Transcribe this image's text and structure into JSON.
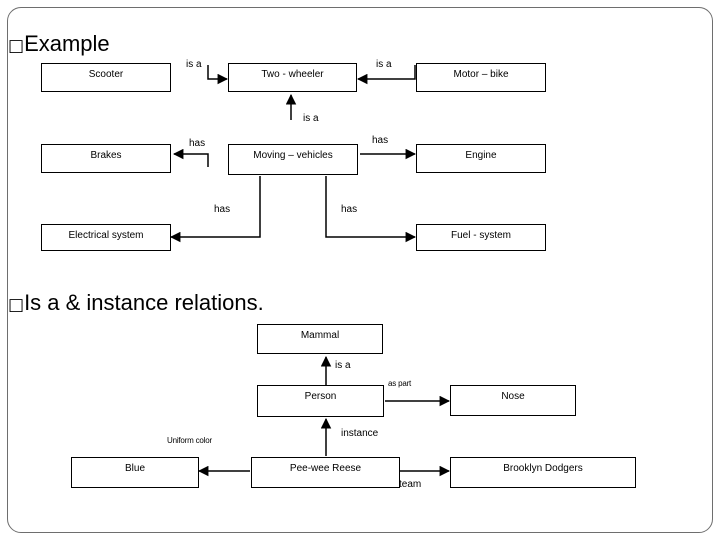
{
  "headings": {
    "example": "Example",
    "instance_relations": "Is a & instance relations."
  },
  "bullet_glyph": "□",
  "diagram1": {
    "nodes": {
      "scooter": "Scooter",
      "two_wheeler": "Two - wheeler",
      "motor_bike": "Motor – bike",
      "brakes": "Brakes",
      "moving_vehicles": "Moving – vehicles",
      "engine": "Engine",
      "electrical_system": "Electrical system",
      "fuel_system": "Fuel - system"
    },
    "edge_labels": {
      "isa_scooter": "is a",
      "isa_motorbike": "is a",
      "isa_twowheeler": "is a",
      "has_brakes": "has",
      "has_engine": "has",
      "has_electrical": "has",
      "has_fuel": "has"
    }
  },
  "diagram2": {
    "nodes": {
      "mammal": "Mammal",
      "person": "Person",
      "nose": "Nose",
      "blue": "Blue",
      "peewee": "Pee-wee Reese",
      "dodgers": "Brooklyn Dodgers"
    },
    "edge_labels": {
      "isa": "is a",
      "has_part": "as part",
      "instance": "instance",
      "uniform_color": "Uniform color",
      "team": "team"
    }
  }
}
